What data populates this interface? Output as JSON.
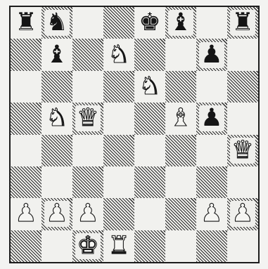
{
  "board": {
    "rows": [
      [
        "r",
        "n",
        "",
        "",
        "k",
        "b",
        "",
        "r"
      ],
      [
        "",
        "b",
        "",
        "N",
        "",
        "",
        "p",
        ""
      ],
      [
        "",
        "",
        "",
        "",
        "N",
        "",
        "",
        ""
      ],
      [
        "",
        "N",
        "Q",
        "",
        "",
        "B",
        "p",
        ""
      ],
      [
        "",
        "",
        "",
        "",
        "",
        "",
        "",
        "Q"
      ],
      [
        "",
        "",
        "",
        "",
        "",
        "",
        "",
        ""
      ],
      [
        "P",
        "P",
        "P",
        "",
        "",
        "",
        "P",
        "P"
      ],
      [
        "",
        "",
        "K",
        "R",
        "",
        "",
        "",
        ""
      ]
    ],
    "top_left_square": "light"
  },
  "pieces": {
    "K": {
      "glyph": "♚",
      "color": "white",
      "name": "white-king"
    },
    "Q": {
      "glyph": "♛",
      "color": "white",
      "name": "white-queen"
    },
    "R": {
      "glyph": "♜",
      "color": "white",
      "name": "white-rook"
    },
    "B": {
      "glyph": "♝",
      "color": "white",
      "name": "white-bishop"
    },
    "N": {
      "glyph": "♞",
      "color": "white",
      "name": "white-knight"
    },
    "P": {
      "glyph": "♟",
      "color": "white",
      "name": "white-pawn"
    },
    "k": {
      "glyph": "♚",
      "color": "black",
      "name": "black-king"
    },
    "q": {
      "glyph": "♛",
      "color": "black",
      "name": "black-queen"
    },
    "r": {
      "glyph": "♜",
      "color": "black",
      "name": "black-rook"
    },
    "b": {
      "glyph": "♝",
      "color": "black",
      "name": "black-bishop"
    },
    "n": {
      "glyph": "♞",
      "color": "black",
      "name": "black-knight"
    },
    "p": {
      "glyph": "♟",
      "color": "black",
      "name": "black-pawn"
    }
  },
  "colors": {
    "ink": "#151515",
    "paper": "#f1f1ee"
  }
}
